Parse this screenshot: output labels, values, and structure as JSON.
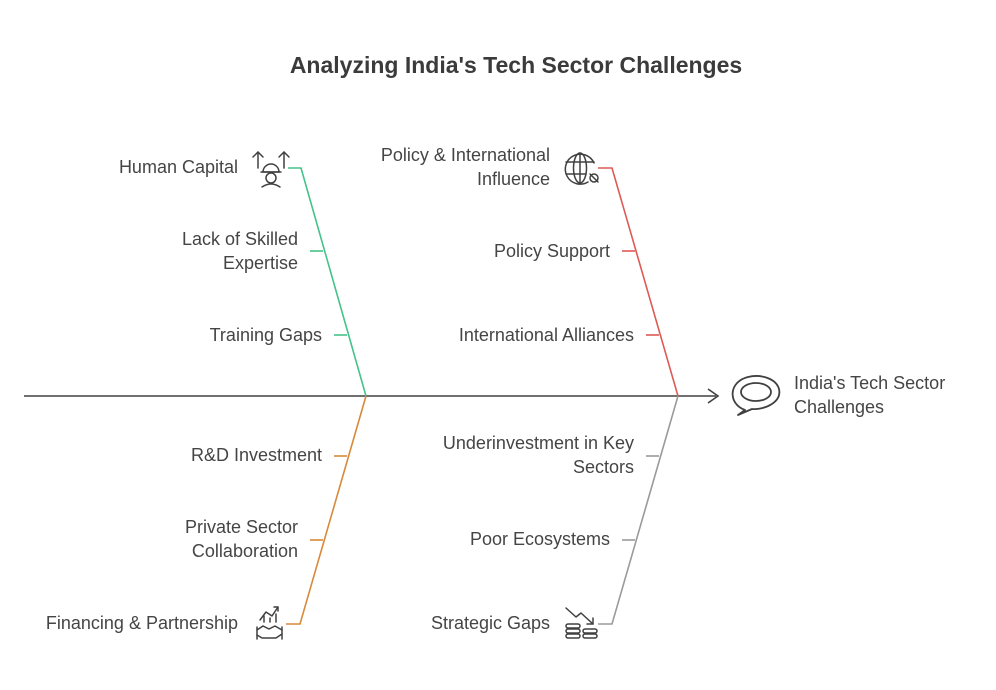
{
  "title": "Analyzing India's Tech Sector Challenges",
  "effect": {
    "label": "India's Tech Sector\nChallenges",
    "icon": "speech-bubble-icon"
  },
  "categories": {
    "human_capital": {
      "label": "Human Capital",
      "icon": "worker-growth-icon",
      "color": "#45c289",
      "causes": [
        "Lack of Skilled\nExpertise",
        "Training Gaps"
      ]
    },
    "policy": {
      "label": "Policy & International\nInfluence",
      "icon": "globe-broken-link-icon",
      "color": "#dd5a55",
      "causes": [
        "Policy Support",
        "International Alliances"
      ]
    },
    "financing": {
      "label": "Financing & Partnership",
      "icon": "handshake-growth-icon",
      "color": "#d8893a",
      "causes": [
        "R&D Investment",
        "Private Sector\nCollaboration"
      ]
    },
    "strategic": {
      "label": "Strategic Gaps",
      "icon": "coins-decline-icon",
      "color": "#9a9a9a",
      "causes": [
        "Underinvestment in Key\nSectors",
        "Poor Ecosystems"
      ]
    }
  }
}
